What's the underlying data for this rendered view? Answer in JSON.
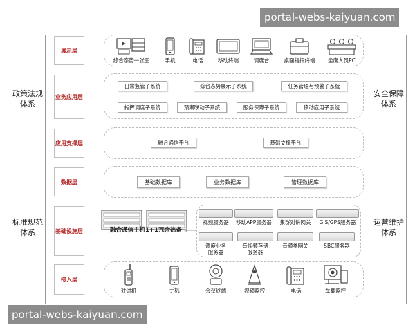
{
  "watermarks": {
    "top": "portal-webs-kaiyuan.com",
    "bottom": "portal-webs-kaiyuan.com"
  },
  "left_side": {
    "top_lines": [
      "政策法规",
      "体系"
    ],
    "bottom_lines": [
      "标准规范",
      "体系"
    ]
  },
  "right_side": {
    "top_lines": [
      "安全保障",
      "体系"
    ],
    "bottom_lines": [
      "运营维护",
      "体系"
    ]
  },
  "layers": {
    "display": {
      "label": "展示层",
      "devices": [
        {
          "icon": "large-screen-icon",
          "label": "综合态势一张图"
        },
        {
          "icon": "mobile-phone-icon",
          "label": "手机"
        },
        {
          "icon": "telephone-icon",
          "label": "电话"
        },
        {
          "icon": "mobile-terminal-icon",
          "label": "移动终端"
        },
        {
          "icon": "dispatch-console-icon",
          "label": "调度台"
        },
        {
          "icon": "desktop-command-terminal-icon",
          "label": "桌面指挥终端"
        },
        {
          "icon": "seat-pc-icon",
          "label": "坐席人员PC"
        }
      ]
    },
    "business": {
      "label": "业务应用层",
      "row1": [
        "日常监管子系统",
        "综合态势展示子系统",
        "任务管理与预警子系统"
      ],
      "row2": [
        "指挥调度子系统",
        "预案联动子系统",
        "服务保障子系统",
        "移动应用子系统"
      ]
    },
    "support": {
      "label": "应用支撑层",
      "items": [
        "融合通信平台",
        "基础支撑平台"
      ]
    },
    "data": {
      "label": "数据层",
      "items": [
        "基础数据库",
        "业务数据库",
        "管理数据库"
      ]
    },
    "infrastructure": {
      "label": "基础设施层",
      "host_caption": "融合通信主机1+1冗余热备",
      "servers_row1": [
        "视频服务器",
        "移动APP服务器",
        "集群对讲网关",
        "GIS/GPS服务器"
      ],
      "servers_row2": [
        [
          "调度业务",
          "服务器"
        ],
        [
          "音视频存储",
          "服务器"
        ],
        [
          "音频类网关"
        ],
        [
          "SBC服务器"
        ]
      ]
    },
    "access": {
      "label": "接入层",
      "devices": [
        {
          "icon": "walkie-talkie-icon",
          "label": "对讲机"
        },
        {
          "icon": "mobile-phone-icon",
          "label": "手机"
        },
        {
          "icon": "conference-terminal-icon",
          "label": "会议终端"
        },
        {
          "icon": "video-surveillance-icon",
          "label": "视频监控"
        },
        {
          "icon": "telephone-icon",
          "label": "电话"
        },
        {
          "icon": "vehicle-surveillance-icon",
          "label": "车载监控"
        }
      ]
    }
  }
}
